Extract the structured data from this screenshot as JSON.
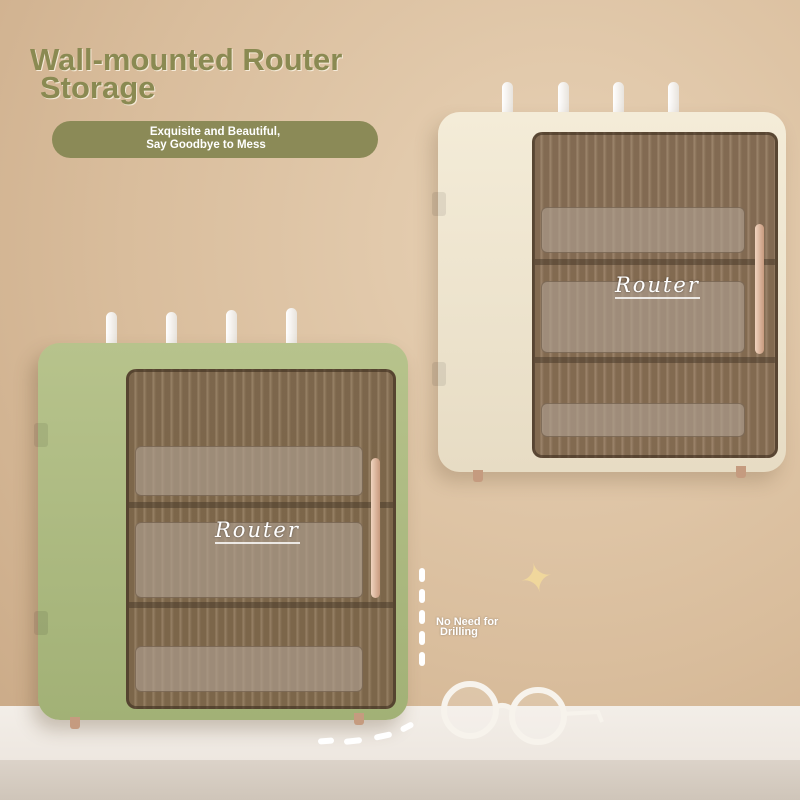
{
  "heading": {
    "line1": "Wall-mounted Router",
    "line2": "Storage"
  },
  "banner": {
    "line1": "Exquisite and Beautiful,",
    "line2": "Say Goodbye to Mess"
  },
  "cabinets": [
    {
      "color": "#a9b77d",
      "label": "Router"
    },
    {
      "color": "#efe6d1",
      "label": "Router"
    }
  ],
  "note": {
    "line1": "No Need for",
    "line2": "Drilling"
  },
  "icons": {
    "sparkle": "four-point-star-icon",
    "glasses": "round-glasses-icon"
  }
}
